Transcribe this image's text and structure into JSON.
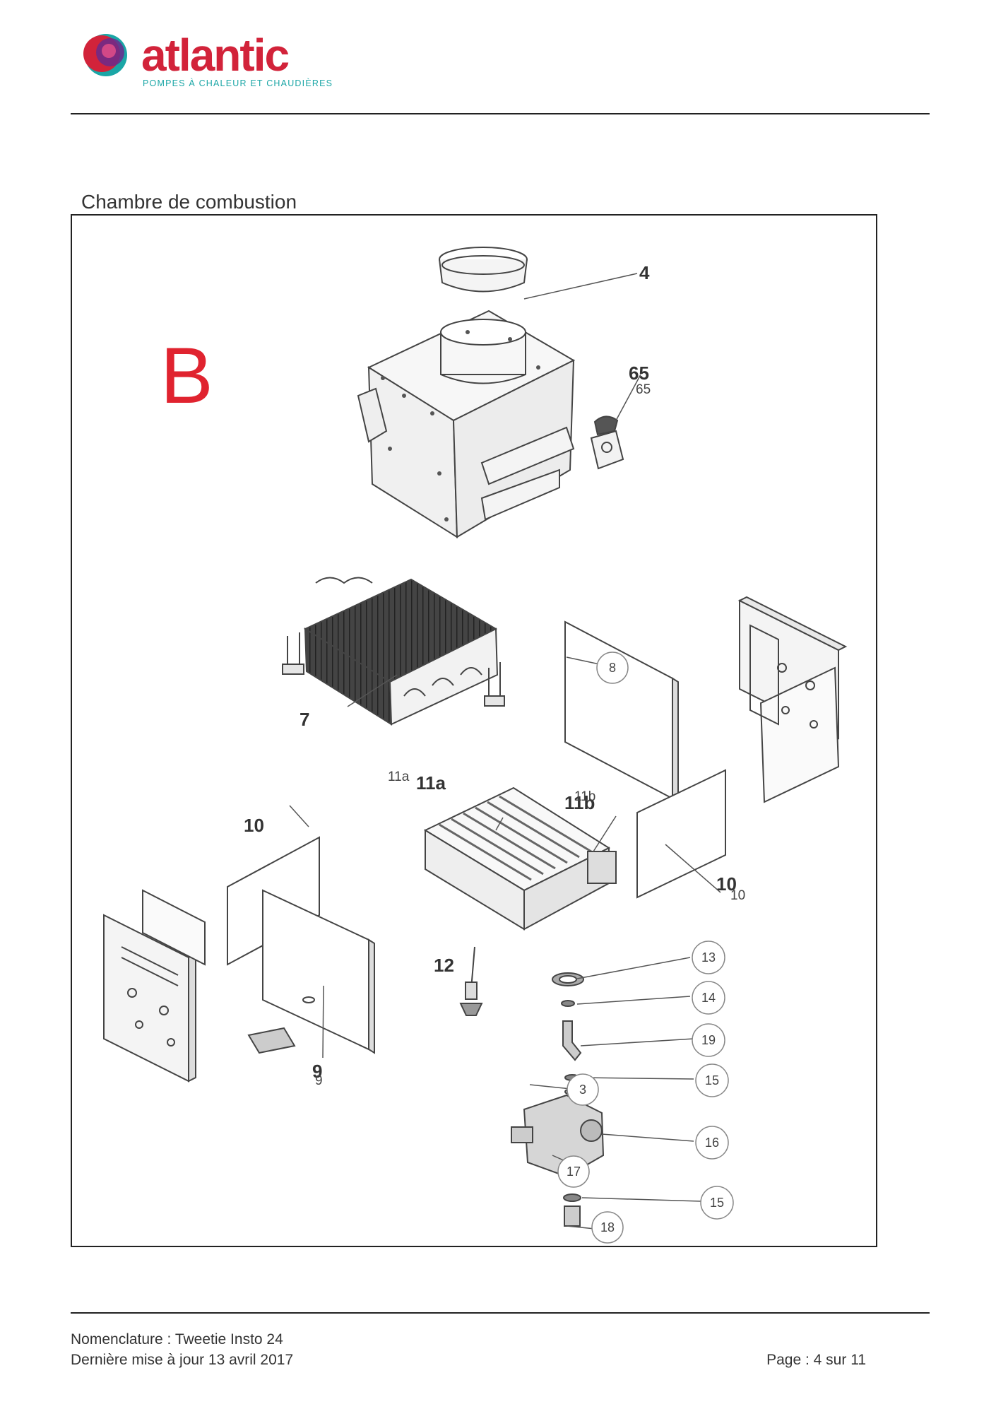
{
  "header": {
    "logo_text": "atlantic",
    "logo_tagline": "POMPES À CHALEUR ET CHAUDIÈRES",
    "colors": {
      "brand_red": "#d2233a",
      "brand_teal": "#1aa6a6",
      "brand_purple": "#6b2a8c"
    }
  },
  "section": {
    "title": "Chambre de combustion"
  },
  "diagram": {
    "letter": "B",
    "letter_color": "#e0232f",
    "callouts": {
      "c4": "4",
      "c65": "65",
      "c65b": "65",
      "c7": "7",
      "c8": "8",
      "c11a_small": "11a",
      "c11a": "11a",
      "c11b_small": "11b",
      "c11b": "11b",
      "c10_left": "10",
      "c10_right": "10",
      "c10_right_small": "10",
      "c9": "9",
      "c9_small": "9",
      "c12": "12",
      "c13": "13",
      "c14": "14",
      "c19": "19",
      "c3": "3",
      "c15a": "15",
      "c16": "16",
      "c17": "17",
      "c15b": "15",
      "c18": "18"
    }
  },
  "footer": {
    "line1": "Nomenclature : Tweetie Insto 24",
    "line2": "Dernière mise à jour 13 avril 2017",
    "page": "Page : 4 sur 11"
  }
}
